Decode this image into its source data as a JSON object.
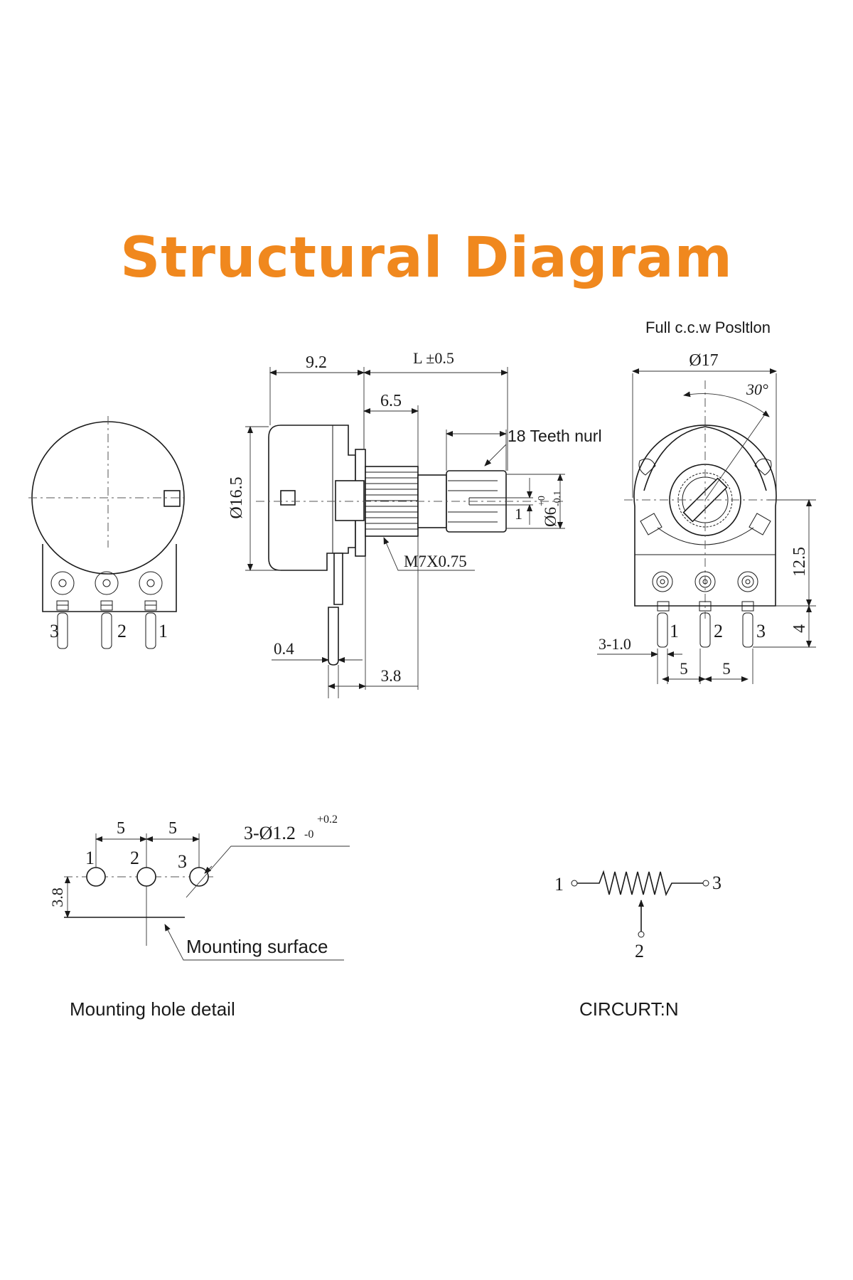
{
  "title": "Structural Diagram",
  "colors": {
    "title": "#F0881E",
    "line": "#1a1a1a"
  },
  "front_view": {
    "pin_labels": [
      "3",
      "2",
      "1"
    ]
  },
  "side_view": {
    "dim_body_depth": "9.2",
    "dim_shaft_length": "L ±0.5",
    "dim_thread_length": "6.5",
    "label_knurl": "18 Teeth nurl",
    "dim_body_diameter": "Ø16.5",
    "label_thread": "M7X0.75",
    "dim_shaft_diameter": "Ø6",
    "dim_shaft_tolerance_upper": "+0",
    "dim_shaft_tolerance_lower": "-0.1",
    "dim_slot": "1",
    "dim_terminal_thickness": "0.4",
    "dim_terminal_offset": "3.8"
  },
  "rear_view": {
    "label_position": "Full c.c.w Posltlon",
    "dim_diameter": "Ø17",
    "dim_angle": "30°",
    "dim_height": "12.5",
    "dim_pin_length": "4",
    "dim_pin_width": "3-1.0",
    "dim_pitch_a": "5",
    "dim_pitch_b": "5",
    "pin_labels": [
      "1",
      "2",
      "3"
    ]
  },
  "mounting": {
    "dim_pitch_a": "5",
    "dim_pitch_b": "5",
    "dim_hole_main": "3-Ø1.2",
    "dim_hole_upper": "+0.2",
    "dim_hole_lower": "-0",
    "dim_offset": "3.8",
    "label_surface": "Mounting surface",
    "caption": "Mounting hole detail",
    "hole_labels": [
      "1",
      "2",
      "3"
    ]
  },
  "circuit": {
    "caption": "CIRCURT:N",
    "pin_labels": [
      "1",
      "3",
      "2"
    ]
  }
}
